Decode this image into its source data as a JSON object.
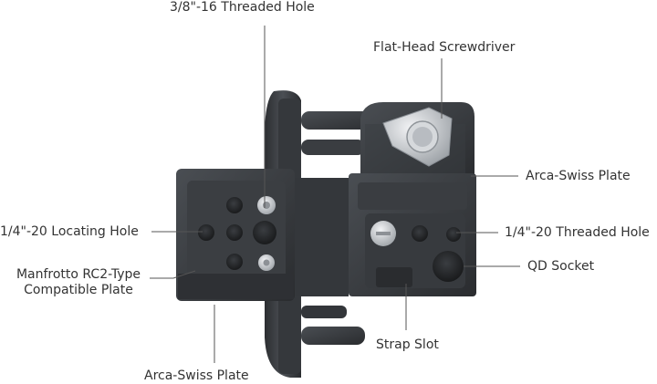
{
  "colors": {
    "background": "#ffffff",
    "text": "#333333",
    "leader_line": "#555555",
    "metal_dark": "#2b2d30",
    "metal_mid": "#3d4044",
    "metal_light": "#55595e",
    "screw_silver": "#cfd2d6"
  },
  "callouts": {
    "threaded_hole_3_8": "3/8\"-16 Threaded Hole",
    "flat_head_screwdriver": "Flat-Head Screwdriver",
    "arca_swiss_plate_right": "Arca-Swiss Plate",
    "locating_hole_1_4": "1/4\"-20 Locating Hole",
    "threaded_hole_1_4": "1/4\"-20 Threaded Hole",
    "manfrotto_line1": "Manfrotto RC2-Type",
    "manfrotto_line2": "Compatible Plate",
    "qd_socket": "QD Socket",
    "strap_slot": "Strap Slot",
    "arca_swiss_plate_bottom": "Arca-Swiss Plate"
  }
}
